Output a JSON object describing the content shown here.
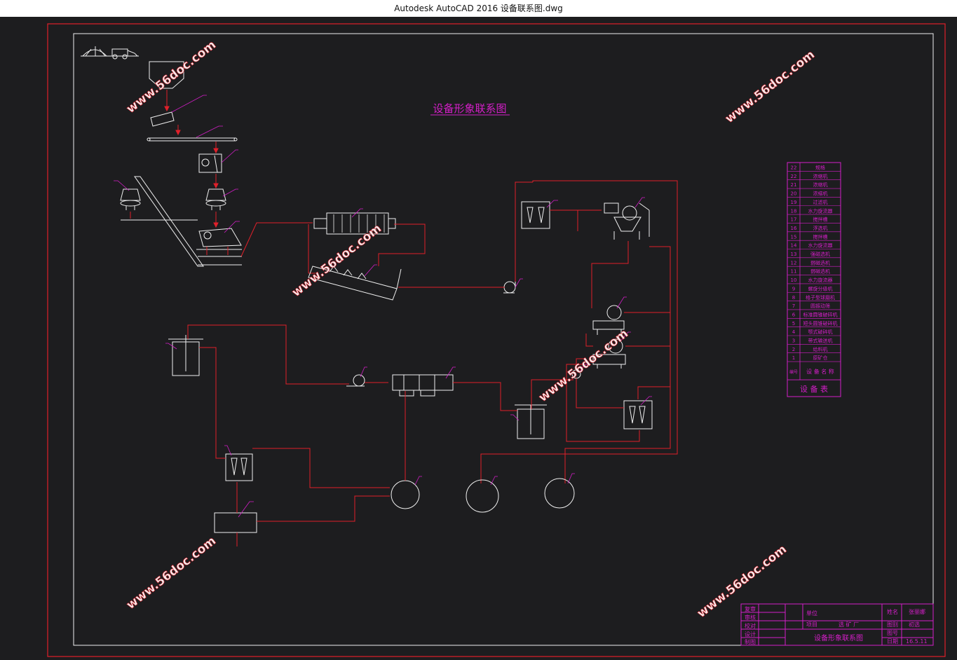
{
  "window": {
    "title": "Autodesk AutoCAD 2016    设备联系图.dwg"
  },
  "drawing": {
    "main_title": "设备形象联系图",
    "watermark": "www.56doc.com",
    "colors": {
      "frame_red": "#e0202a",
      "line_red": "#e0202a",
      "magenta": "#d41ec8",
      "white": "#f0f0f0",
      "bg": "#1d1d1f"
    }
  },
  "equipment_table": {
    "title": "设 备 表",
    "header_no": "编号",
    "header_name": "设 备 名 称",
    "header_top_no": "22",
    "header_top_name": "规格",
    "rows": [
      {
        "no": "22",
        "name": "浓缩机"
      },
      {
        "no": "21",
        "name": "浓缩机"
      },
      {
        "no": "20",
        "name": "浓缩机"
      },
      {
        "no": "19",
        "name": "过滤机"
      },
      {
        "no": "18",
        "name": "水力旋流器"
      },
      {
        "no": "17",
        "name": "搅拌槽"
      },
      {
        "no": "16",
        "name": "浮选机"
      },
      {
        "no": "15",
        "name": "搅拌槽"
      },
      {
        "no": "14",
        "name": "水力旋流器"
      },
      {
        "no": "13",
        "name": "强磁选机"
      },
      {
        "no": "12",
        "name": "弱磁选机"
      },
      {
        "no": "11",
        "name": "弱磁选机"
      },
      {
        "no": "10",
        "name": "水力旋流器"
      },
      {
        "no": "9",
        "name": "螺旋分级机"
      },
      {
        "no": "8",
        "name": "格子型球磨机"
      },
      {
        "no": "7",
        "name": "圆振动筛"
      },
      {
        "no": "6",
        "name": "标准圆锥破碎机"
      },
      {
        "no": "5",
        "name": "短头圆锥破碎机"
      },
      {
        "no": "4",
        "name": "颚式破碎机"
      },
      {
        "no": "3",
        "name": "带式输送机"
      },
      {
        "no": "2",
        "name": "给料机"
      },
      {
        "no": "1",
        "name": "原矿仓"
      }
    ]
  },
  "title_block": {
    "row_labels": [
      "复审",
      "审核",
      "校对",
      "设计",
      "制图"
    ],
    "unit_label": "单位",
    "project_label": "项目",
    "project_value": "选 矿 厂",
    "drawing_name": "设备形象联系图",
    "name_label": "姓名",
    "name_value": "张丽娜",
    "category_label": "图别",
    "category_value": "初选",
    "number_label": "图号",
    "date_label": "日期",
    "date_value": "16.5.11"
  }
}
